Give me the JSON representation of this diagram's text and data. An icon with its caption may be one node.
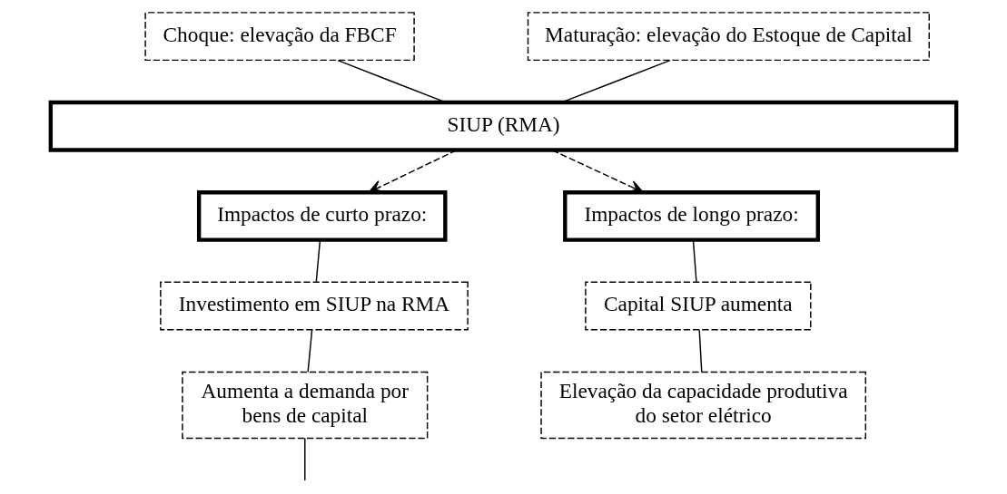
{
  "diagram": {
    "nodes": [
      {
        "text": [
          "Choque: elevação da FBCF"
        ]
      },
      {
        "text": [
          "Maturação: elevação do Estoque de Capital"
        ]
      },
      {
        "text": [
          "SIUP (RMA)"
        ]
      },
      {
        "text": [
          "Impactos de curto prazo:"
        ]
      },
      {
        "text": [
          "Impactos de longo prazo:"
        ]
      },
      {
        "text": [
          "Investimento em SIUP na RMA"
        ]
      },
      {
        "text": [
          "Capital SIUP aumenta"
        ]
      },
      {
        "text": [
          "Aumenta a demanda por bens de capital"
        ]
      },
      {
        "text": [
          "Elevação da capacidade produtiva do setor elétrico"
        ]
      }
    ],
    "edges": [
      {
        "from": 0,
        "to": 2,
        "arrow": "none"
      },
      {
        "from": 1,
        "to": 2,
        "arrow": "none"
      },
      {
        "from": 2,
        "to": 3,
        "arrow": "to",
        "style": "dashed"
      },
      {
        "from": 2,
        "to": 4,
        "arrow": "to",
        "style": "dashed"
      },
      {
        "from": 3,
        "to": 5,
        "arrow": "none"
      },
      {
        "from": 4,
        "to": 6,
        "arrow": "none"
      },
      {
        "from": 5,
        "to": 7,
        "arrow": "none"
      },
      {
        "from": 6,
        "to": 8,
        "arrow": "none"
      },
      {
        "from": 7,
        "to": null,
        "arrow": "none"
      }
    ]
  }
}
